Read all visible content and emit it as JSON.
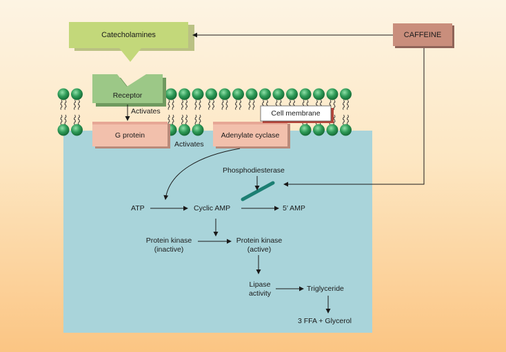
{
  "sources": {
    "catecholamines": "Catecholamines",
    "caffeine": "CAFFEINE"
  },
  "membrane": {
    "receptor": "Receptor",
    "activates_1": "Activates",
    "g_protein": "G protein",
    "activates_2": "Activates",
    "adenylate_cyclase": "Adenylate cyclase",
    "cell_membrane": "Cell membrane"
  },
  "pathway": {
    "phosphodiesterase": "Phosphodiesterase",
    "atp": "ATP",
    "cyclic_amp": "Cyclic AMP",
    "five_amp": "5′ AMP",
    "pk_inactive_line1": "Protein kinase",
    "pk_inactive_line2": "(inactive)",
    "pk_active_line1": "Protein kinase",
    "pk_active_line2": "(active)",
    "lipase_line1": "Lipase",
    "lipase_line2": "activity",
    "triglyceride": "Triglyceride",
    "products": "3 FFA + Glycerol"
  },
  "colors": {
    "cell_fill": "#a9d4da",
    "catecholamines_box": "#c3d87a",
    "receptor_box": "#9cc887",
    "g_protein_box": "#f2c0ac",
    "caffeine_box": "#c98e7c",
    "phospholipid_head": "#2e9a57",
    "phosphodiesterase_bar": "#1c7f73"
  }
}
